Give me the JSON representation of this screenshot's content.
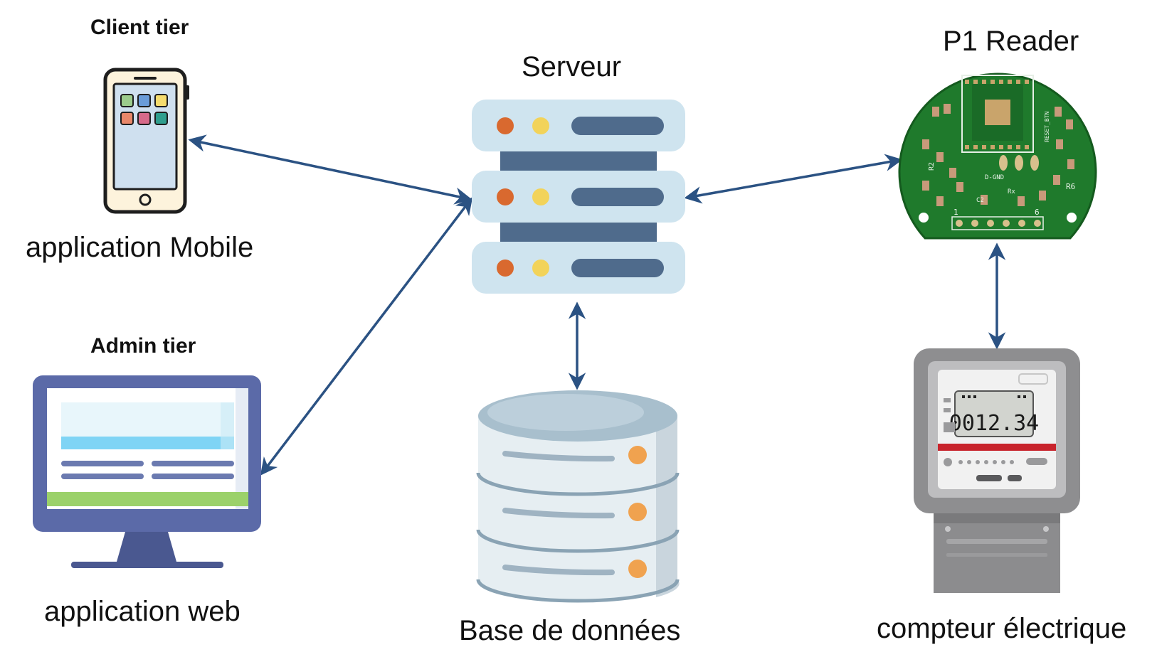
{
  "client_tier": {
    "heading": "Client tier",
    "app_label": "application Mobile"
  },
  "admin_tier": {
    "heading": "Admin tier",
    "app_label": "application web"
  },
  "server": {
    "label": "Serveur"
  },
  "database": {
    "label": "Base de données"
  },
  "p1_reader": {
    "label": "P1 Reader",
    "board_text": {
      "reset": "RESET_BTN",
      "gnd": "D-GND",
      "pins": [
        "1",
        "6"
      ],
      "r6": "R6",
      "r2": "R2",
      "c2": "C2",
      "rx": "Rx"
    }
  },
  "meter": {
    "label": "compteur électrique",
    "display": "0012.34"
  },
  "colors": {
    "arrow": "#2b5283",
    "pcb": "#1f7a2c",
    "server": "#cfe4ef",
    "server_dark": "#4f6b8c"
  }
}
